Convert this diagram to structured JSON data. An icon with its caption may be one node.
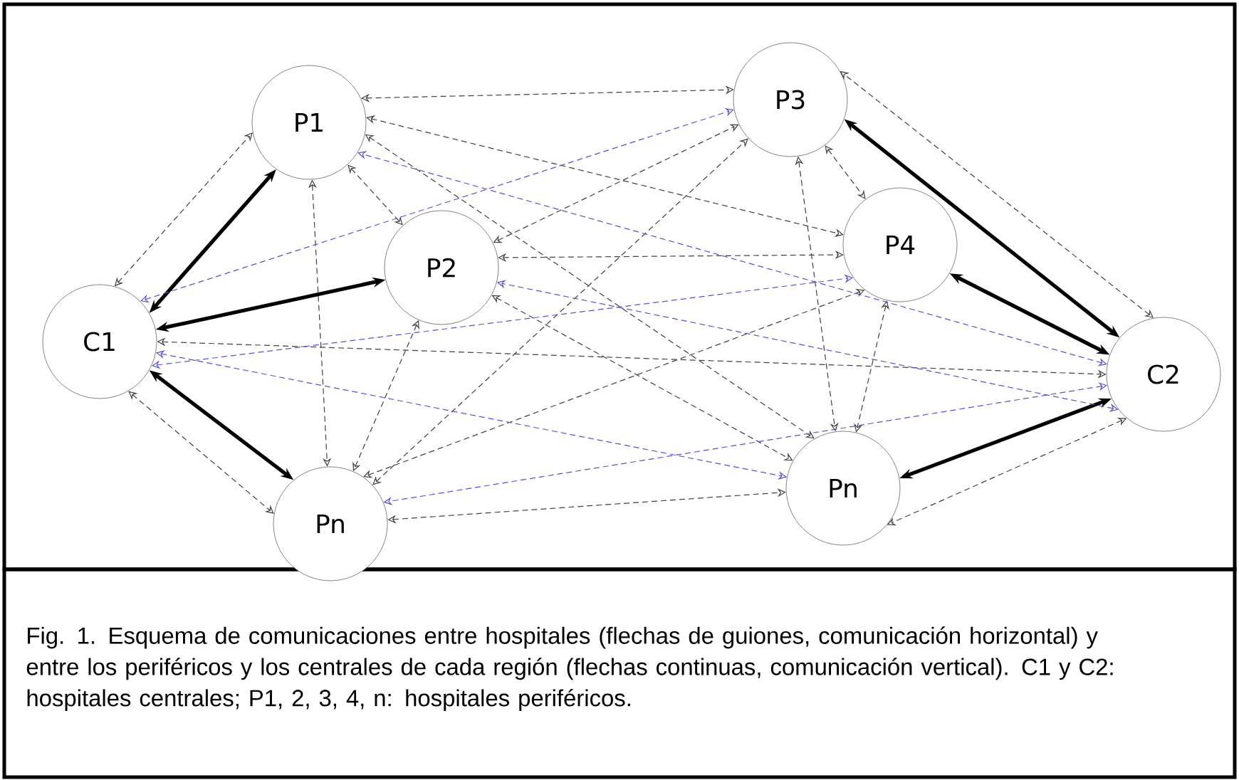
{
  "diagram": {
    "caption": "Fig. 1. Esquema de comunicaciones entre hospitales (flechas de guiones, comunicación horizontal) y entre los periféricos y los centrales de cada región (flechas continuas, comunicación vertical). C1 y C2: hospitales centrales; P1, 2, 3, 4, n: hospitales periféricos.",
    "nodes": [
      {
        "text": [
          "C1"
        ]
      },
      {
        "text": [
          "P1"
        ]
      },
      {
        "text": [
          "P2"
        ]
      },
      {
        "text": [
          "Pn"
        ]
      },
      {
        "text": [
          "P3"
        ]
      },
      {
        "text": [
          "P4"
        ]
      },
      {
        "text": [
          "Pn"
        ]
      },
      {
        "text": [
          "C2"
        ]
      }
    ],
    "edges": [
      {
        "from": 0,
        "to": 1,
        "arrow": "both",
        "style": "thick"
      },
      {
        "from": 0,
        "to": 2,
        "arrow": "both",
        "style": "thick"
      },
      {
        "from": 0,
        "to": 3,
        "arrow": "both",
        "style": "thick"
      },
      {
        "from": 7,
        "to": 4,
        "arrow": "both",
        "style": "thick"
      },
      {
        "from": 7,
        "to": 5,
        "arrow": "both",
        "style": "thick"
      },
      {
        "from": 7,
        "to": 6,
        "arrow": "both",
        "style": "thick"
      },
      {
        "from": 0,
        "to": 1,
        "arrow": "both",
        "style": "dashed"
      },
      {
        "from": 0,
        "to": 3,
        "arrow": "both",
        "style": "dashed"
      },
      {
        "from": 7,
        "to": 4,
        "arrow": "both",
        "style": "dashed"
      },
      {
        "from": 7,
        "to": 6,
        "arrow": "both",
        "style": "dashed"
      },
      {
        "from": 0,
        "to": 7,
        "arrow": "both",
        "style": "dashed"
      },
      {
        "from": 1,
        "to": 2,
        "arrow": "both",
        "style": "dashed"
      },
      {
        "from": 1,
        "to": 3,
        "arrow": "both",
        "style": "dashed"
      },
      {
        "from": 2,
        "to": 3,
        "arrow": "both",
        "style": "dashed"
      },
      {
        "from": 1,
        "to": 4,
        "arrow": "both",
        "style": "dashed"
      },
      {
        "from": 1,
        "to": 5,
        "arrow": "both",
        "style": "dashed"
      },
      {
        "from": 1,
        "to": 6,
        "arrow": "both",
        "style": "dashed"
      },
      {
        "from": 2,
        "to": 4,
        "arrow": "both",
        "style": "dashed"
      },
      {
        "from": 2,
        "to": 5,
        "arrow": "both",
        "style": "dashed"
      },
      {
        "from": 2,
        "to": 6,
        "arrow": "both",
        "style": "dashed"
      },
      {
        "from": 3,
        "to": 4,
        "arrow": "both",
        "style": "dashed"
      },
      {
        "from": 3,
        "to": 5,
        "arrow": "both",
        "style": "dashed"
      },
      {
        "from": 3,
        "to": 6,
        "arrow": "both",
        "style": "dashed"
      },
      {
        "from": 4,
        "to": 5,
        "arrow": "both",
        "style": "dashed"
      },
      {
        "from": 4,
        "to": 6,
        "arrow": "both",
        "style": "dashed"
      },
      {
        "from": 5,
        "to": 6,
        "arrow": "both",
        "style": "dashed"
      },
      {
        "from": 0,
        "to": 4,
        "arrow": "both",
        "style": "dashed",
        "color": "#5555cc"
      },
      {
        "from": 0,
        "to": 5,
        "arrow": "both",
        "style": "dashed",
        "color": "#5555cc"
      },
      {
        "from": 0,
        "to": 6,
        "arrow": "both",
        "style": "dashed",
        "color": "#5555cc"
      },
      {
        "from": 7,
        "to": 1,
        "arrow": "both",
        "style": "dashed",
        "color": "#5555cc"
      },
      {
        "from": 7,
        "to": 2,
        "arrow": "both",
        "style": "dashed",
        "color": "#5555cc"
      },
      {
        "from": 7,
        "to": 3,
        "arrow": "both",
        "style": "dashed",
        "color": "#5555cc"
      }
    ]
  }
}
